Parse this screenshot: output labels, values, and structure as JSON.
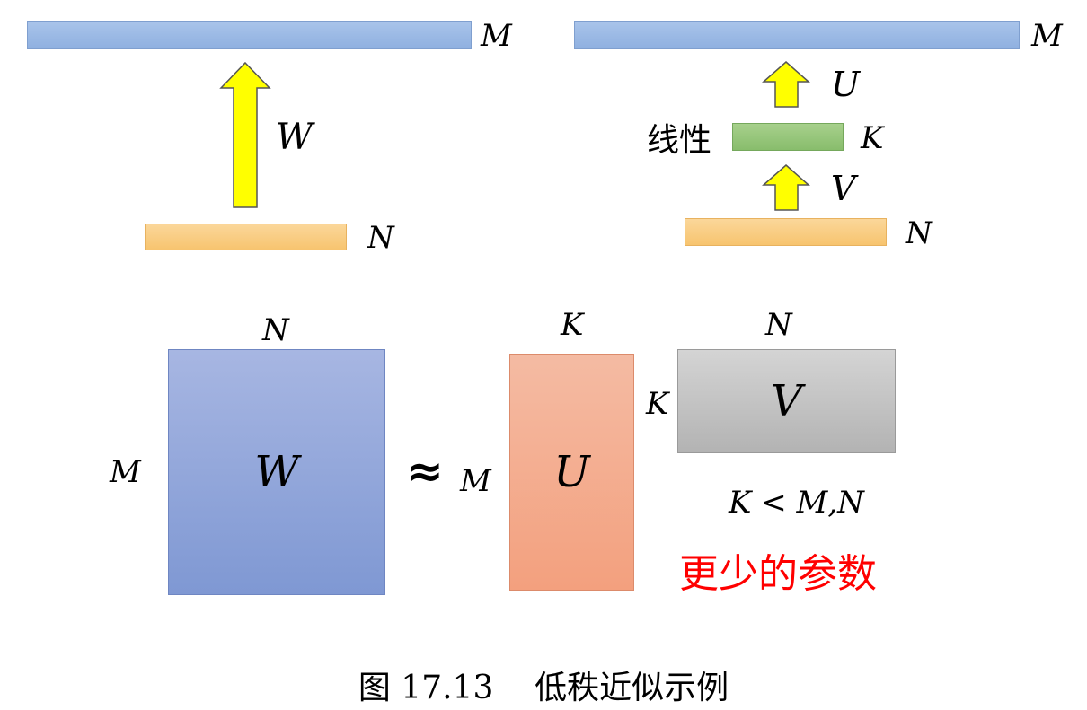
{
  "left_diagram": {
    "output_label": "M",
    "weight_label": "W",
    "input_label": "N"
  },
  "right_diagram": {
    "output_label": "M",
    "up_label": "U",
    "hidden_label": "K",
    "linear_label": "线性",
    "down_label": "V",
    "input_label": "N"
  },
  "matrix": {
    "w_top_label": "N",
    "w_side_label": "M",
    "w_label": "W",
    "approx_symbol": "≈",
    "u_top_label": "K",
    "u_side_label": "M",
    "u_label": "U",
    "v_top_label": "N",
    "v_side_label": "K",
    "v_label": "V",
    "condition": "K < M,N",
    "note": "更少的参数",
    "note_color": "#ff0000"
  },
  "caption": "图 17.13    低秩近似示例",
  "colors": {
    "arrow_fill": "#ffff00",
    "arrow_stroke": "#555555"
  }
}
